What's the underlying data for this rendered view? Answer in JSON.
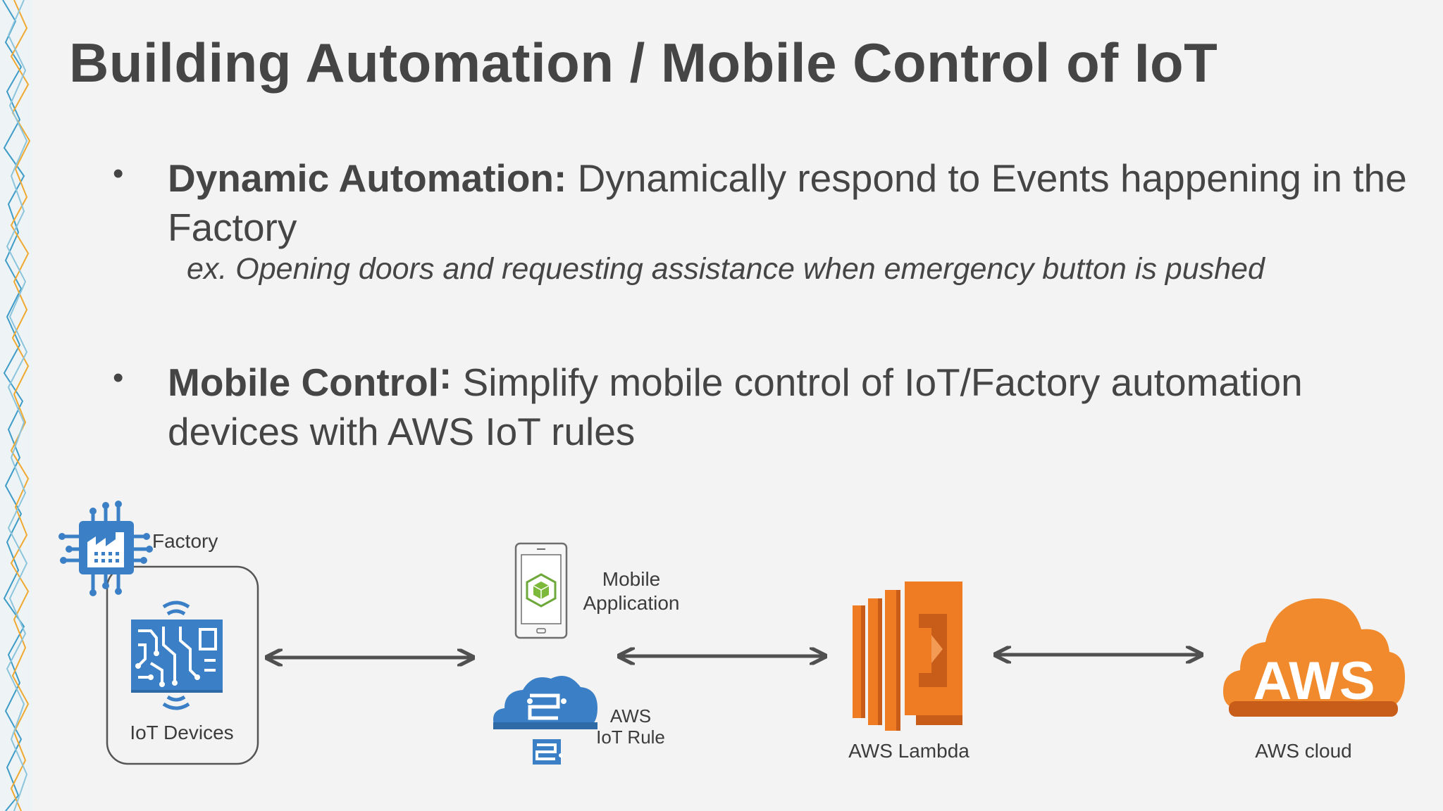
{
  "slide": {
    "title": "Building Automation / Mobile Control of IoT"
  },
  "bullets": [
    {
      "heading": "Dynamic Automation:",
      "text": " Dynamically respond to Events happening in the Factory",
      "example": "ex. Opening doors and requesting assistance when emergency button is pushed"
    },
    {
      "heading": "Mobile Control",
      "colon": ":",
      "text": "  Simplify mobile control of IoT/Factory automation devices with AWS IoT rules"
    }
  ],
  "diagram": {
    "factory_label": "Factory",
    "iot_devices_label": "IoT Devices",
    "mobile_app_label_line1": "Mobile",
    "mobile_app_label_line2": "Application",
    "iot_rule_label_line1": "AWS",
    "iot_rule_label_line2": "IoT Rule",
    "lambda_label": "AWS Lambda",
    "cloud_label": "AWS cloud",
    "cloud_logo_text": "AWS",
    "colors": {
      "iot_blue": "#3b80c6",
      "aws_orange": "#ef7b22",
      "aws_orange_dark": "#c85d19",
      "mobile_green": "#7cb93a",
      "arrow": "#505050"
    }
  }
}
